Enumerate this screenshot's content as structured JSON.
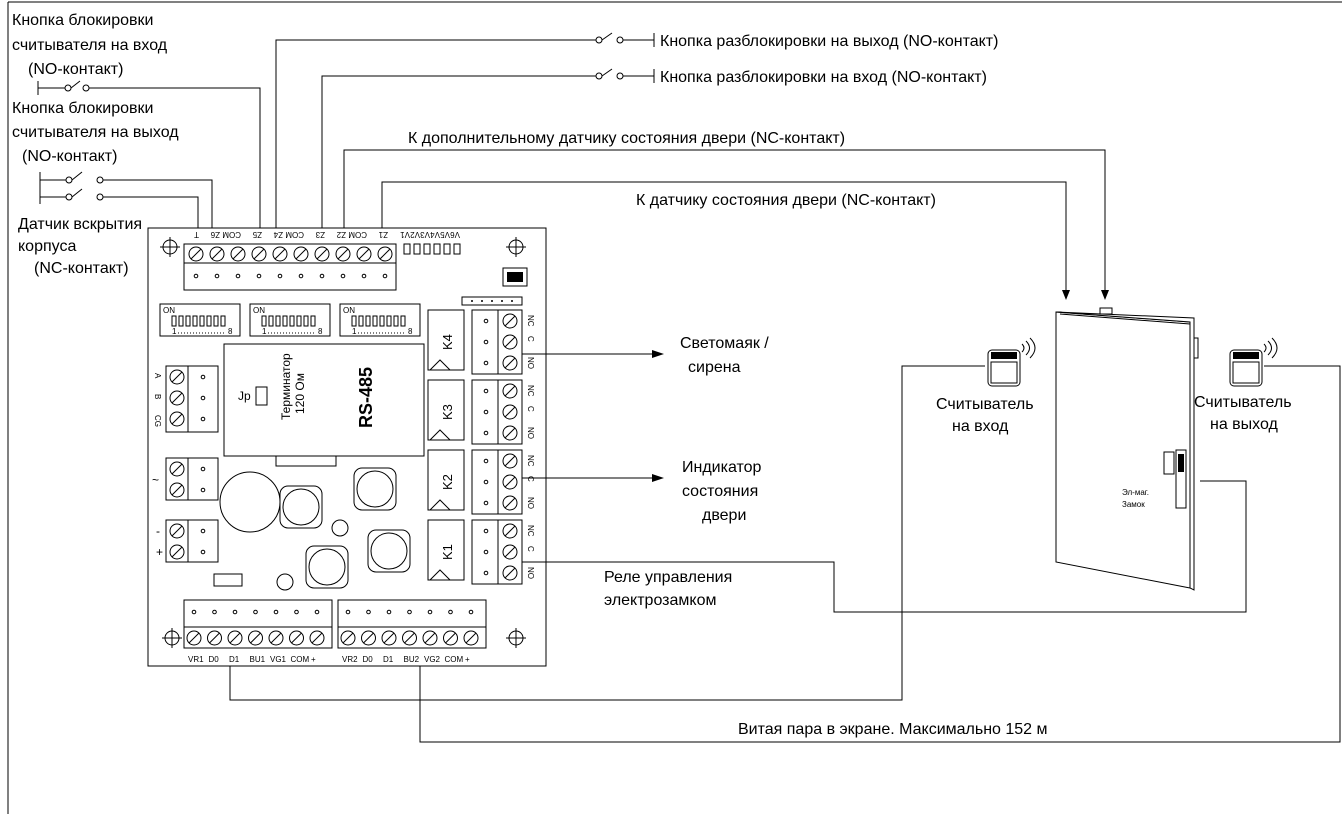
{
  "labels": {
    "btn_lock_in": [
      "Кнопка блокировки",
      "считывателя на вход",
      "(NO-контакт)"
    ],
    "btn_lock_out": [
      "Кнопка блокировки",
      "считывателя на выход",
      "(NO-контакт)"
    ],
    "tamper": [
      "Датчик вскрытия",
      "корпуса",
      "(NC-контакт)"
    ],
    "btn_unlock_out": "Кнопка разблокировки на выход (NO-контакт)",
    "btn_unlock_in": "Кнопка разблокировки на вход (NO-контакт)",
    "door_sensor_aux": "К дополнительному датчику состояния двери (NC-контакт)",
    "door_sensor": "К датчику состояния двери (NC-контакт)",
    "beacon": [
      "Светомаяк /",
      "сирена"
    ],
    "door_indicator": [
      "Индикатор",
      "состояния",
      "двери"
    ],
    "lock_relay": [
      "Реле управления",
      "электрозамком"
    ],
    "reader_in": [
      "Считыватель",
      "на вход"
    ],
    "reader_out": [
      "Считыватель",
      "на выход"
    ],
    "lock": [
      "Эл-маг.",
      "Замок"
    ],
    "cable": "Витая пара в экране. Максимально 152 м"
  },
  "board": {
    "top_terminals": [
      "Т",
      "Z6",
      "COM",
      "Z5",
      "Z4",
      "COM",
      "Z3",
      "Z2",
      "COM",
      "Z1"
    ],
    "leds": [
      "V6",
      "V5",
      "V4",
      "V3",
      "V2",
      "V1"
    ],
    "rs485_terminals": [
      "A",
      "B",
      "CG"
    ],
    "power_ac": "~",
    "power_dc": [
      "-",
      "+"
    ],
    "relays": [
      "K4",
      "K3",
      "K2",
      "K1"
    ],
    "relay_contacts": [
      "NC",
      "C",
      "NO"
    ],
    "jumper": "Jp",
    "terminator": [
      "Терминатор",
      "120 Ом"
    ],
    "rs485": "RS-485",
    "bottom_left": [
      "VR1",
      "D0",
      "D1",
      "BU1",
      "VG1",
      "COM",
      "+"
    ],
    "bottom_right": [
      "VR2",
      "D0",
      "D1",
      "BU2",
      "VG2",
      "COM",
      "+"
    ],
    "dip_on": "ON",
    "dip_range": [
      "1",
      "8"
    ]
  }
}
